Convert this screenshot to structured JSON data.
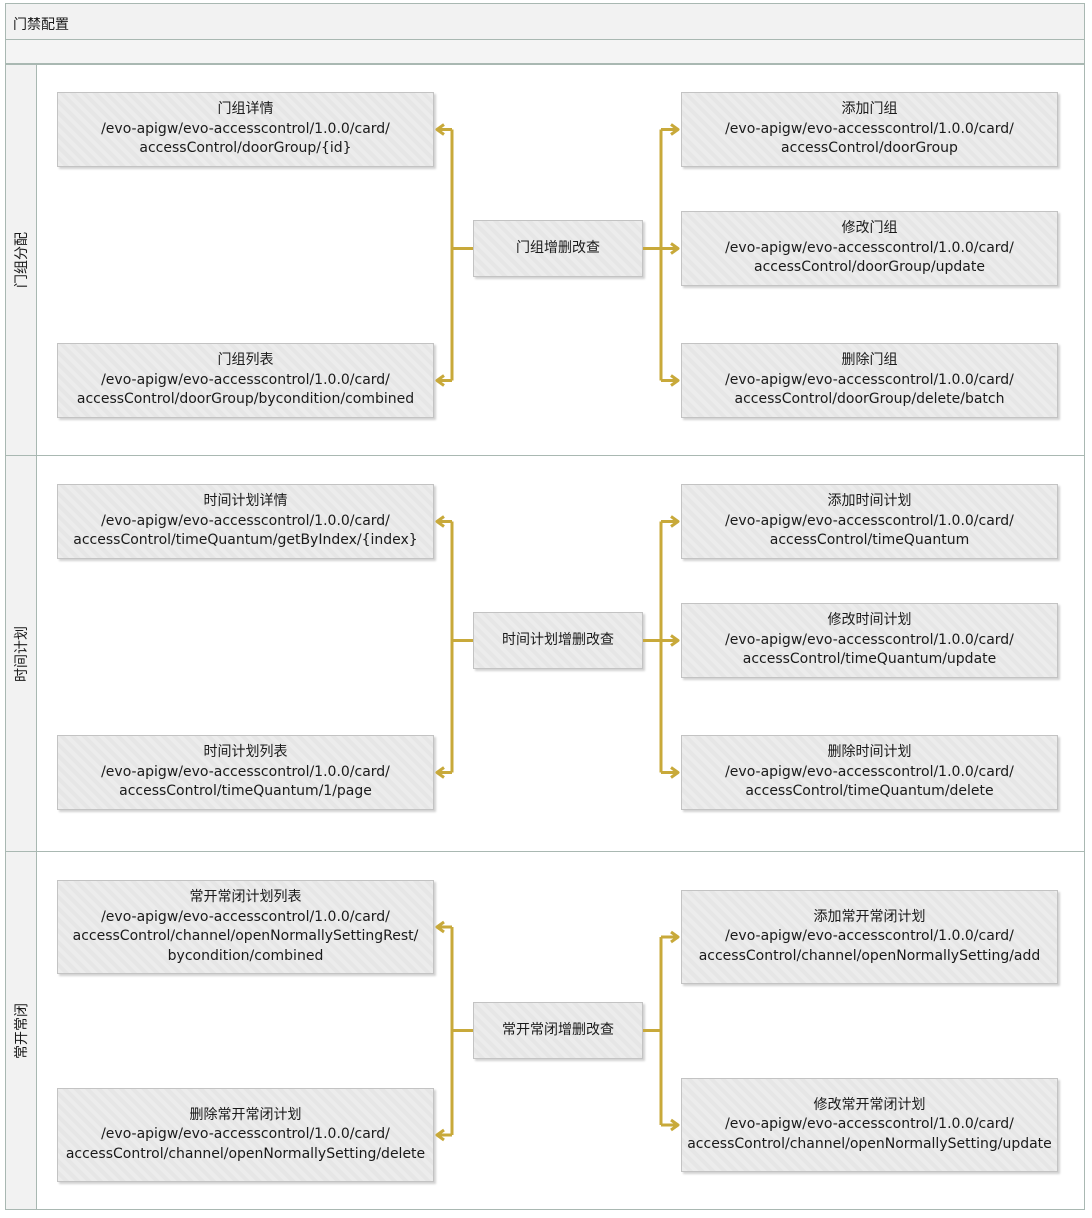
{
  "page_title": "门禁配置",
  "colors": {
    "connector": "#C8A93A",
    "lane_border": "#A9B8B2",
    "box_fill": "#E9E9E9"
  },
  "lanes": [
    {
      "label": "门组分配",
      "hub": {
        "lines": [
          "门组增删改查"
        ]
      },
      "left": [
        {
          "lines": [
            "门组详情",
            "/evo-apigw/evo-accesscontrol/1.0.0/card/",
            "accessControl/doorGroup/{id}"
          ]
        },
        {
          "lines": [
            "门组列表",
            "/evo-apigw/evo-accesscontrol/1.0.0/card/",
            "accessControl/doorGroup/bycondition/combined"
          ]
        }
      ],
      "right": [
        {
          "lines": [
            "添加门组",
            "/evo-apigw/evo-accesscontrol/1.0.0/card/",
            "accessControl/doorGroup"
          ]
        },
        {
          "lines": [
            "修改门组",
            "/evo-apigw/evo-accesscontrol/1.0.0/card/",
            "accessControl/doorGroup/update"
          ]
        },
        {
          "lines": [
            "删除门组",
            "/evo-apigw/evo-accesscontrol/1.0.0/card/",
            "accessControl/doorGroup/delete/batch"
          ]
        }
      ]
    },
    {
      "label": "时间计划",
      "hub": {
        "lines": [
          "时间计划增删改查"
        ]
      },
      "left": [
        {
          "lines": [
            "时间计划详情",
            "/evo-apigw/evo-accesscontrol/1.0.0/card/",
            "accessControl/timeQuantum/getByIndex/{index}"
          ]
        },
        {
          "lines": [
            "时间计划列表",
            "/evo-apigw/evo-accesscontrol/1.0.0/card/",
            "accessControl/timeQuantum/1/page"
          ]
        }
      ],
      "right": [
        {
          "lines": [
            "添加时间计划",
            "/evo-apigw/evo-accesscontrol/1.0.0/card/",
            "accessControl/timeQuantum"
          ]
        },
        {
          "lines": [
            "修改时间计划",
            "/evo-apigw/evo-accesscontrol/1.0.0/card/",
            "accessControl/timeQuantum/update"
          ]
        },
        {
          "lines": [
            "删除时间计划",
            "/evo-apigw/evo-accesscontrol/1.0.0/card/",
            "accessControl/timeQuantum/delete"
          ]
        }
      ]
    },
    {
      "label": "常开常闭",
      "hub": {
        "lines": [
          "常开常闭增删改查"
        ]
      },
      "left": [
        {
          "lines": [
            "常开常闭计划列表",
            "/evo-apigw/evo-accesscontrol/1.0.0/card/",
            "accessControl/channel/openNormallySettingRest/",
            "bycondition/combined"
          ]
        },
        {
          "lines": [
            "删除常开常闭计划",
            "/evo-apigw/evo-accesscontrol/1.0.0/card/",
            "accessControl/channel/openNormallySetting/delete"
          ]
        }
      ],
      "right": [
        {
          "lines": [
            "添加常开常闭计划",
            "/evo-apigw/evo-accesscontrol/1.0.0/card/",
            "accessControl/channel/openNormallySetting/add"
          ]
        },
        {
          "lines": [
            "修改常开常闭计划",
            "/evo-apigw/evo-accesscontrol/1.0.0/card/",
            "accessControl/channel/openNormallySetting/update"
          ]
        }
      ]
    }
  ]
}
